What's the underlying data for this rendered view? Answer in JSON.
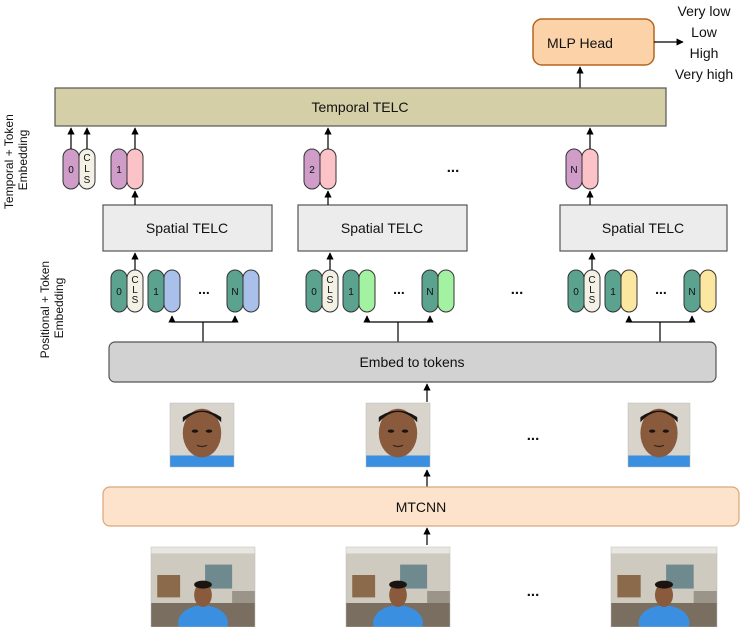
{
  "labels": {
    "mlp_head": "MLP Head",
    "temporal_telc": "Temporal TELC",
    "spatial_telc": "Spatial TELC",
    "embed_tokens": "Embed to tokens",
    "mtcnn": "MTCNN",
    "temporal_embedding": [
      "Temporal + Token",
      "Embedding"
    ],
    "positional_embedding": [
      "Positional + Token",
      "Embedding"
    ],
    "ellipsis": "...",
    "cls_text": [
      "C",
      "L",
      "S"
    ]
  },
  "outputs": [
    "Very low",
    "Low",
    "High",
    "Very high"
  ],
  "temporal_tokens": [
    "0",
    "1",
    "2",
    "N"
  ],
  "spatial_token_indices": [
    "0",
    "1",
    "N"
  ],
  "colors": {
    "mlp_fill": "#fcd3a9",
    "mlp_stroke": "#b5651d",
    "temporal_fill": "#d5cfa7",
    "spatial_fill": "#ececec",
    "embed_fill": "#d2d2d2",
    "mtcnn_fill": "#fde3cc",
    "mtcnn_stroke": "#d9a77a",
    "temporal_index_pill": "#cf9dc8",
    "temporal_token_pill": "#fbc3c8",
    "cls_pill": "#f3f0e6",
    "pos_pill": "#5ba28f",
    "frame_token_colors": [
      "#a8c0ea",
      "#a2f2a2",
      "#fbe7a0"
    ]
  }
}
